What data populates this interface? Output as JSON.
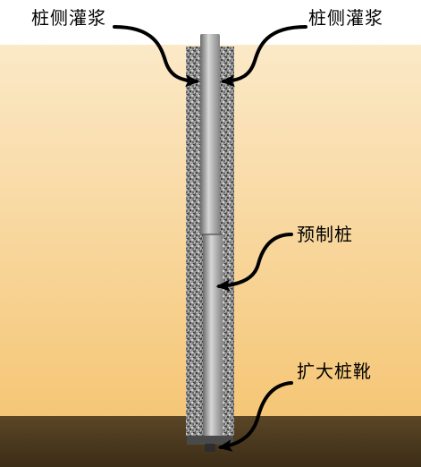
{
  "labels": {
    "grout_left": "桩侧灌浆",
    "grout_right": "桩侧灌浆",
    "precast_pile": "预制桩",
    "pile_shoe": "扩大桩靴"
  },
  "colors": {
    "soil_top": "#fbe9c7",
    "soil_bottom": "#f5c676",
    "bedrock_top": "#5b4626",
    "bedrock_bottom": "#3c2d17",
    "pile_shoe": "#4a4a4a",
    "pile_shoe_tip": "#2e2e2e",
    "arrow": "#000000"
  }
}
